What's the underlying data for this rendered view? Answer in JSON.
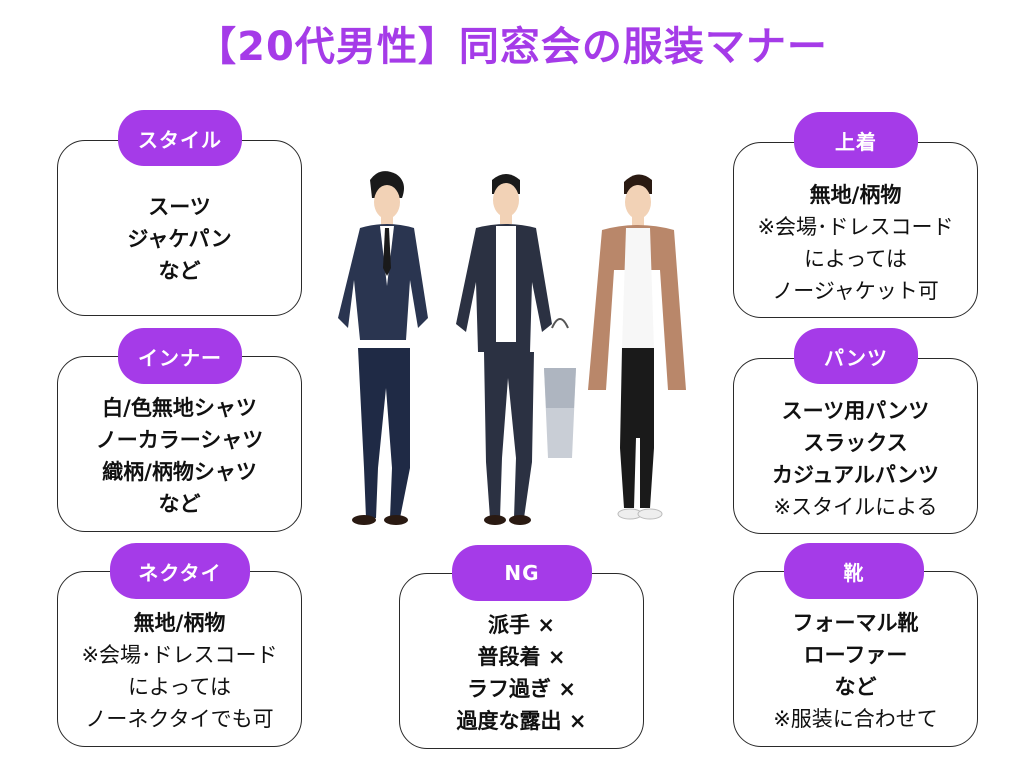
{
  "title": "【20代男性】同窓会の服装マナー",
  "colors": {
    "accent": "#a53be8",
    "border": "#2a2a2a",
    "text": "#111111"
  },
  "sections": {
    "style": {
      "label": "スタイル",
      "lines": [
        "スーツ",
        "ジャケパン",
        "など"
      ]
    },
    "inner": {
      "label": "インナー",
      "lines": [
        "白/色無地シャツ",
        "ノーカラーシャツ",
        "織柄/柄物シャツ",
        "など"
      ]
    },
    "necktie": {
      "label": "ネクタイ",
      "lines": [
        "無地/柄物",
        "※会場･ドレスコード",
        "によっては",
        "ノーネクタイでも可"
      ]
    },
    "jacket": {
      "label": "上着",
      "lines": [
        "無地/柄物",
        "※会場･ドレスコード",
        "によっては",
        "ノージャケット可"
      ]
    },
    "pants": {
      "label": "パンツ",
      "lines": [
        "スーツ用パンツ",
        "スラックス",
        "カジュアルパンツ",
        "※スタイルによる"
      ]
    },
    "ng": {
      "label": "NG",
      "lines": [
        "派手 ×",
        "普段着 ×",
        "ラフ過ぎ ×",
        "過度な露出 ×"
      ]
    },
    "shoes": {
      "label": "靴",
      "lines": [
        "フォーマル靴",
        "ローファー",
        "など",
        "※服装に合わせて"
      ]
    }
  },
  "illustration": {
    "icon": "three-men-outfits-illustration"
  }
}
